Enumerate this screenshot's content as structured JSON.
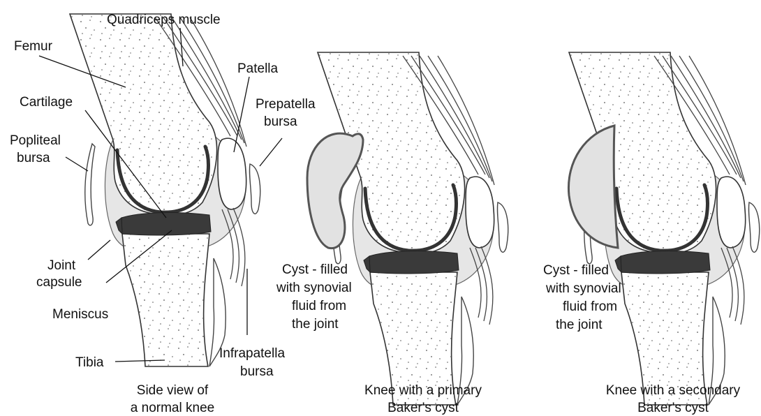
{
  "labels": {
    "quadriceps": "Quadriceps muscle",
    "femur": "Femur",
    "patella": "Patella",
    "cartilage": "Cartilage",
    "prepatella_1": "Prepatella",
    "prepatella_2": "bursa",
    "popliteal_1": "Popliteal",
    "popliteal_2": "bursa",
    "joint_1": "Joint",
    "joint_2": "capsule",
    "meniscus": "Meniscus",
    "tibia": "Tibia",
    "infrapatella_1": "Infrapatella",
    "infrapatella_2": "bursa",
    "cyst_primary_1": "Cyst - filled",
    "cyst_primary_2": "with synovial",
    "cyst_primary_3": "fluid from",
    "cyst_primary_4": "the joint",
    "cyst_secondary_1": "Cyst - filled",
    "cyst_secondary_2": "with synovial",
    "cyst_secondary_3": "fluid from",
    "cyst_secondary_4": "the joint"
  },
  "captions": {
    "normal_1": "Side view of",
    "normal_2": "a normal knee",
    "primary_1": "Knee with a primary",
    "primary_2": "Baker's cyst",
    "secondary_1": "Knee with a secondary",
    "secondary_2": "Baker's cyst"
  },
  "colors": {
    "line": "#333333",
    "tissue": "#e6e6e6",
    "meniscus": "#3a3a3a",
    "cyst": "#e2e2e2"
  }
}
